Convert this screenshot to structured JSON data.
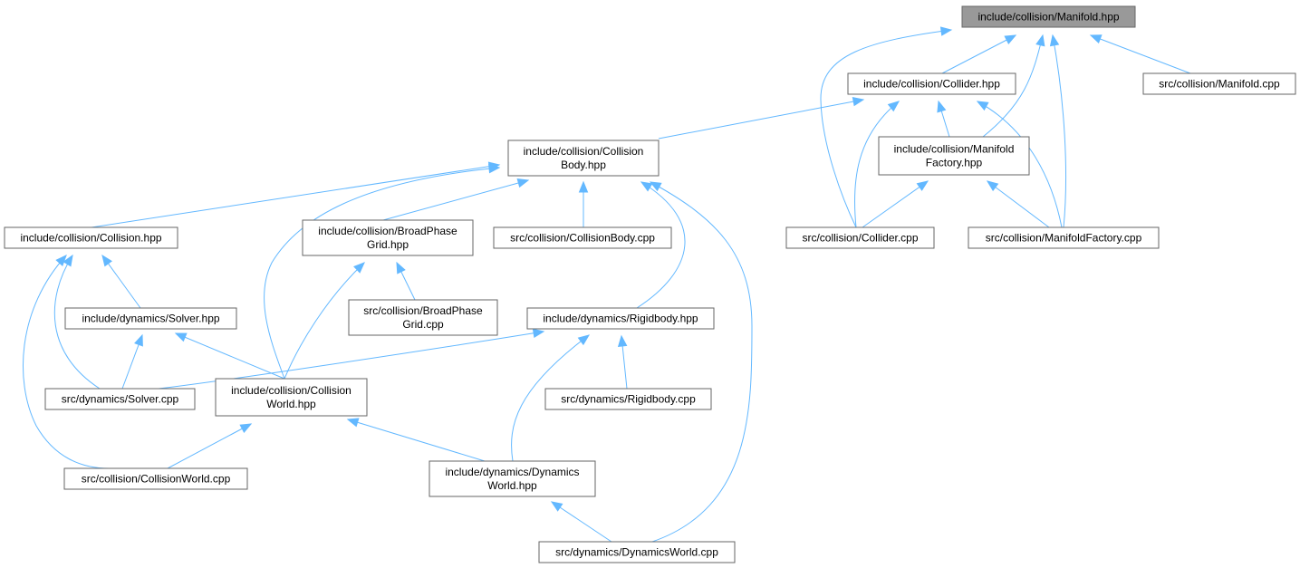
{
  "graph": {
    "colors": {
      "edge": "#63b8ff",
      "node_border": "#666666",
      "root_fill": "#999999",
      "node_fill": "#ffffff"
    },
    "nodes": {
      "manifold_hpp": [
        "include/collision/Manifold.hpp"
      ],
      "collider_hpp": [
        "include/collision/Collider.hpp"
      ],
      "manifold_cpp": [
        "src/collision/Manifold.cpp"
      ],
      "collisionbody_hpp": [
        "include/collision/Collision",
        "Body.hpp"
      ],
      "manifoldfactory_hpp": [
        "include/collision/Manifold",
        "Factory.hpp"
      ],
      "collision_hpp": [
        "include/collision/Collision.hpp"
      ],
      "broadphase_hpp": [
        "include/collision/BroadPhase",
        "Grid.hpp"
      ],
      "collisionbody_cpp": [
        "src/collision/CollisionBody.cpp"
      ],
      "collider_cpp": [
        "src/collision/Collider.cpp"
      ],
      "manifoldfactory_cpp": [
        "src/collision/ManifoldFactory.cpp"
      ],
      "broadphase_cpp": [
        "src/collision/BroadPhase",
        "Grid.cpp"
      ],
      "solver_hpp": [
        "include/dynamics/Solver.hpp"
      ],
      "rigidbody_hpp": [
        "include/dynamics/Rigidbody.hpp"
      ],
      "solver_cpp": [
        "src/dynamics/Solver.cpp"
      ],
      "collisionworld_hpp": [
        "include/collision/Collision",
        "World.hpp"
      ],
      "rigidbody_cpp": [
        "src/dynamics/Rigidbody.cpp"
      ],
      "collisionworld_cpp": [
        "src/collision/CollisionWorld.cpp"
      ],
      "dynamicsworld_hpp": [
        "include/dynamics/Dynamics",
        "World.hpp"
      ],
      "dynamicsworld_cpp": [
        "src/dynamics/DynamicsWorld.cpp"
      ]
    },
    "edges": [
      [
        "manifold_hpp",
        "collider_hpp"
      ],
      [
        "manifold_hpp",
        "manifold_cpp"
      ],
      [
        "manifold_hpp",
        "manifoldfactory_hpp"
      ],
      [
        "manifold_hpp",
        "collider_cpp"
      ],
      [
        "manifold_hpp",
        "manifoldfactory_cpp"
      ],
      [
        "collider_hpp",
        "collisionbody_hpp"
      ],
      [
        "collider_hpp",
        "manifoldfactory_hpp"
      ],
      [
        "collider_hpp",
        "collider_cpp"
      ],
      [
        "collider_hpp",
        "manifoldfactory_cpp"
      ],
      [
        "manifoldfactory_hpp",
        "collider_cpp"
      ],
      [
        "manifoldfactory_hpp",
        "manifoldfactory_cpp"
      ],
      [
        "collisionbody_hpp",
        "collision_hpp"
      ],
      [
        "collisionbody_hpp",
        "broadphase_hpp"
      ],
      [
        "collisionbody_hpp",
        "collisionbody_cpp"
      ],
      [
        "collisionbody_hpp",
        "rigidbody_hpp"
      ],
      [
        "collisionbody_hpp",
        "collisionworld_hpp"
      ],
      [
        "collisionbody_hpp",
        "dynamicsworld_cpp"
      ],
      [
        "collision_hpp",
        "solver_hpp"
      ],
      [
        "collision_hpp",
        "solver_cpp"
      ],
      [
        "collision_hpp",
        "collisionworld_cpp"
      ],
      [
        "broadphase_hpp",
        "broadphase_cpp"
      ],
      [
        "broadphase_hpp",
        "collisionworld_hpp"
      ],
      [
        "solver_hpp",
        "solver_cpp"
      ],
      [
        "solver_hpp",
        "collisionworld_hpp"
      ],
      [
        "rigidbody_hpp",
        "solver_cpp"
      ],
      [
        "rigidbody_hpp",
        "rigidbody_cpp"
      ],
      [
        "rigidbody_hpp",
        "dynamicsworld_hpp"
      ],
      [
        "collisionworld_hpp",
        "collisionworld_cpp"
      ],
      [
        "collisionworld_hpp",
        "dynamicsworld_hpp"
      ],
      [
        "dynamicsworld_hpp",
        "dynamicsworld_cpp"
      ]
    ]
  }
}
